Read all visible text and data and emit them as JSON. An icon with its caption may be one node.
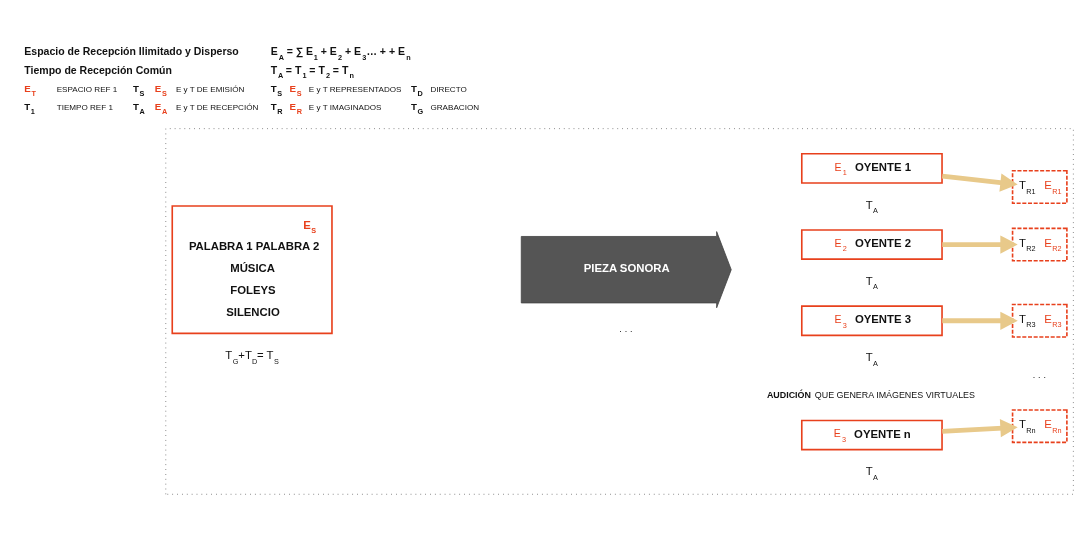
{
  "diagram": {
    "nodes": [
      {
        "text": [],
        "shape": "box"
      },
      {
        "text": [
          "E$_{S}$",
          "PALABRA 1 PALABRA 2",
          "MÚSICA",
          "FOLEYS",
          "SILENCIO"
        ],
        "in": 0
      },
      {
        "text": [
          "PIEZA SONORA"
        ],
        "in": 0
      },
      {
        "text": [
          "E$_{1}$",
          "OYENTE 1"
        ],
        "beside": [
          "T$_{A}$"
        ],
        "in": 0
      },
      {
        "text": [
          "T$_{R1}$",
          "E$_{R1}$"
        ],
        "in": 0
      },
      {
        "text": [
          "E$_{2}$",
          "OYENTE 2"
        ],
        "beside": [
          "T$_{A}$"
        ],
        "in": 0
      },
      {
        "text": [
          "T$_{R2}$",
          "E$_{R2}$"
        ],
        "in": 0
      },
      {
        "text": [
          "E$_{3}$",
          "OYENTE 3"
        ],
        "beside": [
          "T$_{A}$"
        ],
        "in": 0
      },
      {
        "text": [
          "T$_{R3}$",
          "E$_{R3}$"
        ],
        "in": 0
      },
      {
        "text": [
          "E$_{3}$",
          "OYENTE n"
        ],
        "beside": [
          "T$_{A}$"
        ],
        "in": 0
      },
      {
        "text": [
          "T$_{Rn}$",
          "E$_{Rn}$"
        ],
        "in": 0
      }
    ],
    "edges": [
      {
        "from": 3,
        "to": 4,
        "arrow": "to"
      },
      {
        "from": 5,
        "to": 6,
        "arrow": "to"
      },
      {
        "from": 7,
        "to": 8,
        "arrow": "to"
      },
      {
        "from": 9,
        "to": 10,
        "arrow": "to"
      }
    ],
    "labels": [
      "Espacio de Recepción Ilimitado y Disperso",
      "E$_{A}$ = ∑ E$_{1}$ + E$_{2}$ + E$_{3}$… + + E$_{n}$",
      "Tiempo de Recepción Común",
      "T$_{A}$ = T$_{1}$ = T$_{2}$ = T$_{n}$",
      "E$_{T}$",
      "ESPACIO REF 1",
      "T$_{S}$",
      "E$_{S}$",
      "E y T DE EMISIÓN",
      "T$_{S}$",
      "E$_{S}$",
      "E y T REPRESENTADOS",
      "T$_{D}$",
      "DIRECTO",
      "T$_{1}$",
      "TIEMPO REF 1",
      "T$_{A}$",
      "E$_{A}$",
      "E y T DE RECEPCIÓN",
      "T$_{R}$",
      "E$_{R}$",
      "E y T IMAGINADOS",
      "T$_{G}$",
      "GRABACION",
      "· · ·",
      "**AUDICIÓN** QUE GENERA IMÁGENES VIRTUALES",
      "· · ·",
      "T$_{G}$+T$_{D}$= T$_{S}$"
    ]
  }
}
